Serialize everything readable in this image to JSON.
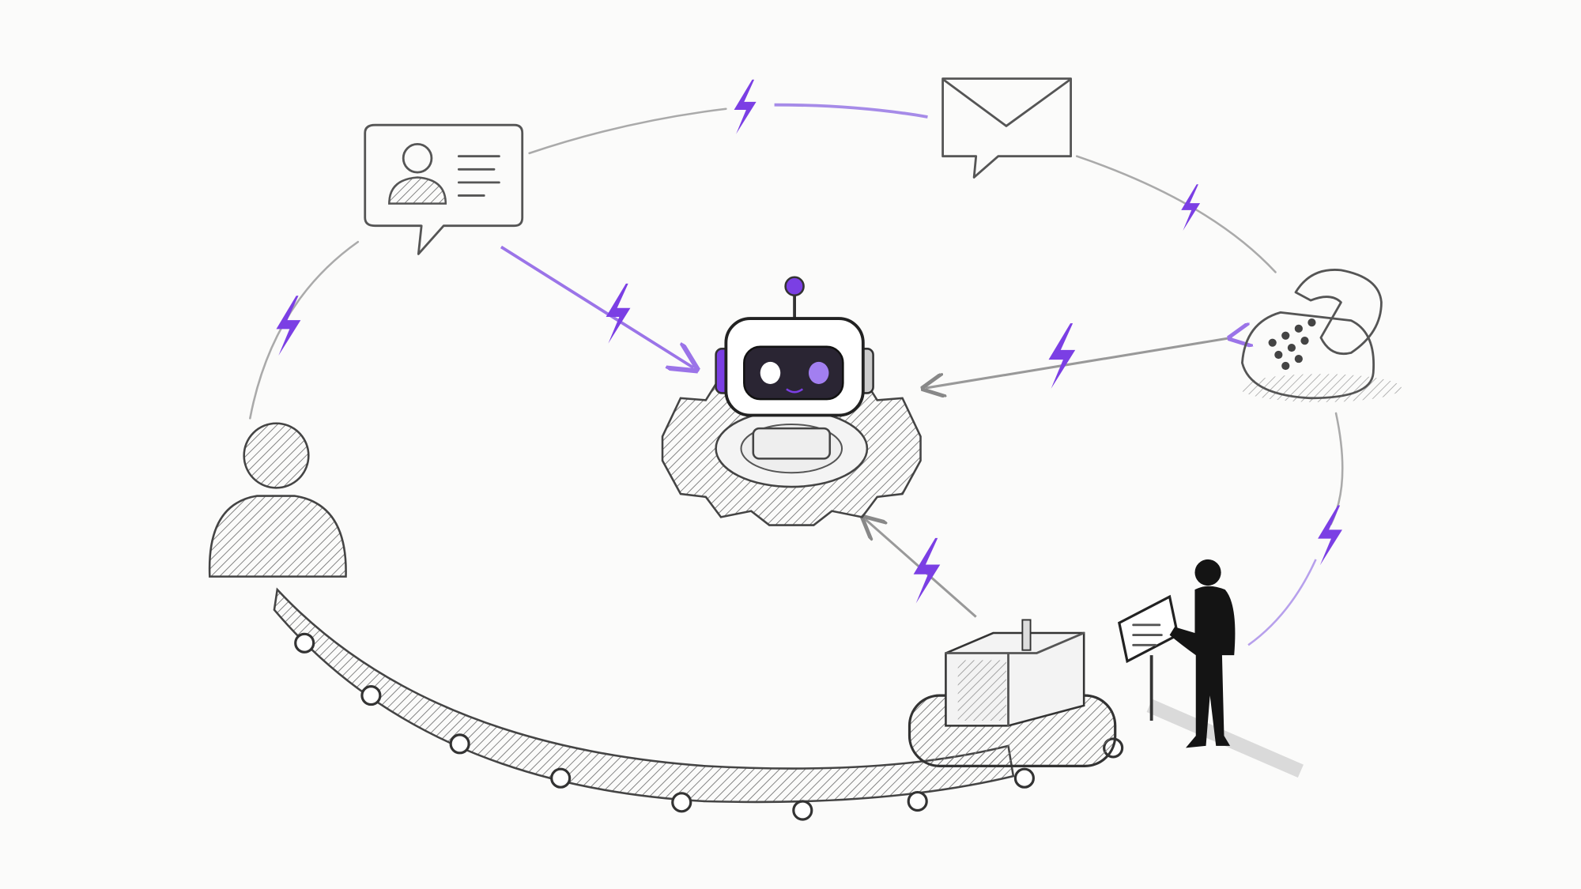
{
  "colors": {
    "background": "#fbfbfa",
    "pencil": "#555555",
    "accent": "#7b3fe4",
    "silhouette": "#141414"
  },
  "nodes": [
    {
      "id": "contact-card",
      "icon": "contact-card-speech-bubble-icon"
    },
    {
      "id": "email",
      "icon": "envelope-speech-bubble-icon"
    },
    {
      "id": "phone",
      "icon": "telephone-icon"
    },
    {
      "id": "ai-hub",
      "icon": "robot-on-gear-icon"
    },
    {
      "id": "customer",
      "icon": "person-silhouette-icon"
    },
    {
      "id": "shipment",
      "icon": "package-on-cart-icon"
    },
    {
      "id": "operator",
      "icon": "person-at-terminal-icon"
    },
    {
      "id": "conveyor",
      "icon": "conveyor-belt-icon"
    }
  ],
  "connector_icon": "lightning-bolt-icon"
}
